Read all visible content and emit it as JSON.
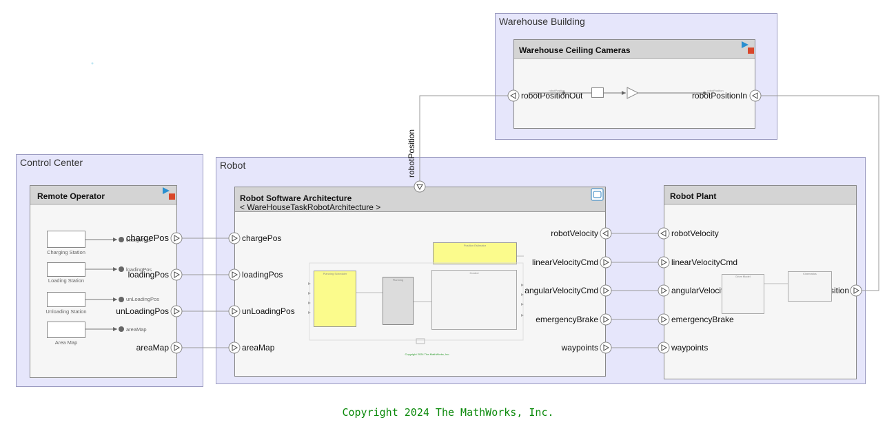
{
  "areas": {
    "control_center": "Control Center",
    "robot": "Robot",
    "warehouse": "Warehouse Building"
  },
  "remote_operator": {
    "title": "Remote Operator",
    "blocks": [
      "Charging Station",
      "Loading Station",
      "Unloading Station",
      "Area Map"
    ],
    "signals": [
      "chargePos",
      "loadingPos",
      "unLoadingPos",
      "areaMap"
    ],
    "ports": [
      "chargePos",
      "loadingPos",
      "unLoadingPos",
      "areaMap"
    ]
  },
  "robot_software": {
    "title": "Robot Software Architecture",
    "subtitle": "< WareHouseTaskRobotArchitecture >",
    "in_ports": [
      "chargePos",
      "loadingPos",
      "unLoadingPos",
      "areaMap"
    ],
    "out_ports": [
      "robotVelocity",
      "linearVelocityCmd",
      "angularVelocityCmd",
      "emergencyBrake",
      "waypoints"
    ],
    "inner": {
      "planning_scheduler": "Planning Scheduler",
      "planning": "Planning",
      "control": "Control",
      "position_estimator": "Position Estimator",
      "copyright": "Copyright 2024 The MathWorks, Inc."
    }
  },
  "robot_plant": {
    "title": "Robot Plant",
    "in_ports": [
      "robotVelocity",
      "linearVelocityCmd",
      "angularVelocityCmd",
      "emergencyBrake",
      "waypoints"
    ],
    "out_port": "robotPosition",
    "inner": {
      "drive_model": "Drive Model",
      "kinematics": "Kinematics"
    }
  },
  "cameras": {
    "title": "Warehouse Ceiling Cameras",
    "in_port": "robotPositionOut",
    "out_port": "robotPositionIn",
    "tiny_left": "robotPosition",
    "tiny_right": "robotPosition"
  },
  "connection_label": "robotPosition",
  "copyright": "Copyright 2024 The MathWorks, Inc.",
  "colors": {
    "area_fill": "#e6e6fb",
    "header": "#d4d4d4",
    "yellow": "#fbfb8c",
    "copyright": "#0b8a0b"
  }
}
